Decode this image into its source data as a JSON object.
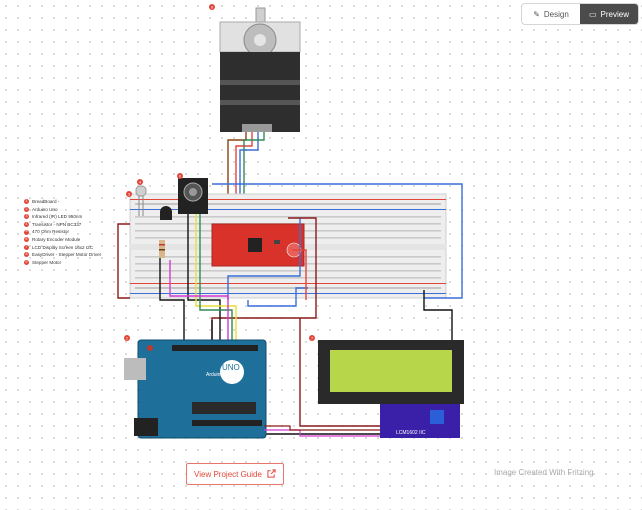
{
  "toolbar": {
    "design_label": "Design",
    "preview_label": "Preview",
    "active": "Preview"
  },
  "legend": [
    {
      "n": "1",
      "label": "BreadBoard -"
    },
    {
      "n": "2",
      "label": "Arduino Uno"
    },
    {
      "n": "3",
      "label": "Infrared (IR) LED 950nm"
    },
    {
      "n": "4",
      "label": "Transistor - NPN BC337"
    },
    {
      "n": "5",
      "label": "470 Ohm Resistor"
    },
    {
      "n": "6",
      "label": "Rotary Encoder Module"
    },
    {
      "n": "7",
      "label": "LCD Display Screen 16x2 I2C"
    },
    {
      "n": "8",
      "label": "EasyDriver - Stepper Motor Driver"
    },
    {
      "n": "9",
      "label": "Stepper Motor"
    }
  ],
  "markers": {
    "motor": "9",
    "rotary": "6",
    "ir_led": "3",
    "transistor": "4",
    "arduino": "2",
    "lcd": "7"
  },
  "arduino": {
    "brand": "Arduino",
    "model": "UNO"
  },
  "lcd": {
    "module_label": "LCM1602 IIC"
  },
  "guide_button": {
    "label": "View Project Guide"
  },
  "credit": "Image Created With Fritzing",
  "colors": {
    "accent": "#e2463a",
    "breadboard": "#eeeeee",
    "driver": "#d9322b",
    "arduino": "#1f6f9b",
    "lcd_screen": "#b8d64a",
    "lcd_backpack": "#3a1fa8"
  }
}
